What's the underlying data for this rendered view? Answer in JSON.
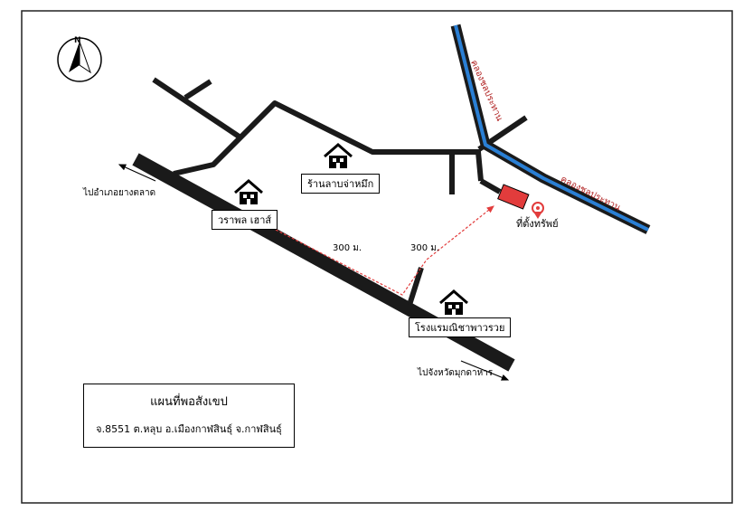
{
  "map": {
    "north_label": "N",
    "icons": [
      "north-arrow-icon",
      "house-icon",
      "location-pin-icon"
    ],
    "colors": {
      "road": "#1a1a1a",
      "canal": "#2a7fd4",
      "property": "#e23c3c",
      "route": "#e23c3c",
      "canal_text": "#b02020"
    },
    "labels": {
      "to_district_talat": "ไปอำเภอยางตลาด",
      "to_mukdahan": "ไปจังหวัดมุกดาหาร",
      "varapol_house": "วราพล เฮาส์",
      "larb_shop": "ร้านลาบจ่าหมึก",
      "hotel": "โรงแรมณิชาพาวรวย",
      "property": "ที่ตั้งทรัพย์",
      "canal_1": "คลองชลประทาน",
      "canal_2": "คลองชลประทาน",
      "distance_1": "300 ม.",
      "distance_2": "300 ม."
    }
  },
  "legend": {
    "title": "แผนที่พอสังเขป",
    "address": "จ.8551 ต.หลุบ อ.เมืองกาฬสินธุ์ จ.กาฬสินธุ์"
  }
}
